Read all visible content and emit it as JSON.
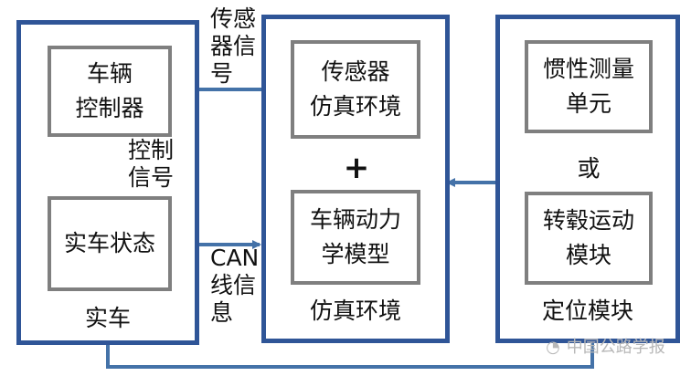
{
  "real_vehicle": {
    "title": "实车",
    "controller_line1": "车辆",
    "controller_line2": "控制器",
    "state": "实车状态"
  },
  "simulation": {
    "title": "仿真环境",
    "sensor_env_line1": "传感器",
    "sensor_env_line2": "仿真环境",
    "plus": "+",
    "dynamics_line1": "车辆动力",
    "dynamics_line2": "学模型"
  },
  "positioning": {
    "title": "定位模块",
    "imu_line1": "惯性测量",
    "imu_line2": "单元",
    "or": "或",
    "hub_line1": "转毂运动",
    "hub_line2": "模块"
  },
  "signals": {
    "sensor_line1": "传感",
    "sensor_line2": "器信",
    "sensor_line3": "号",
    "control_line1": "控制",
    "control_line2": "信号",
    "can_line1": "CAN",
    "can_line2": "线信",
    "can_line3": "息"
  },
  "watermark": "中国公路学报",
  "colors": {
    "frame": "#2f5597",
    "inner_border": "#7f7f7f",
    "arrow": "#4472a8"
  }
}
